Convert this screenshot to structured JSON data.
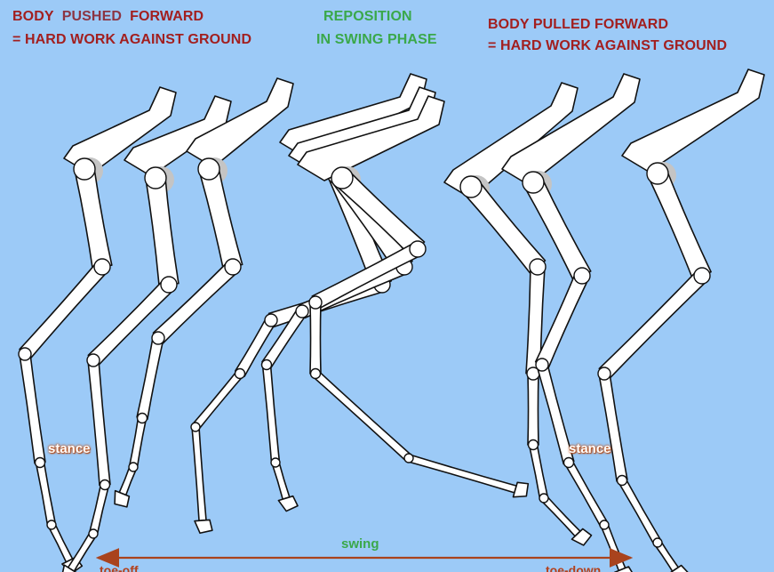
{
  "colors": {
    "background": "#9ccaf7",
    "header_red": "#a21f1f",
    "header_brown": "#8c3442",
    "header_green": "#3aa84a",
    "stance_orange": "#c2561f",
    "arrow_brown": "#a9431d",
    "swing_green": "#3aa84a",
    "bone_fill": "#ffffff",
    "bone_outline": "#111111",
    "joint_shadow": "#c4c4c4"
  },
  "header": {
    "left": {
      "line1_word1": "BODY",
      "line1_word2": "PUSHED",
      "line1_word3": "FORWARD",
      "line2": "= HARD WORK AGAINST GROUND"
    },
    "middle": {
      "line1": "REPOSITION",
      "line2": "IN SWING PHASE"
    },
    "right": {
      "line1": "BODY PULLED FORWARD",
      "line2": "= HARD WORK AGAINST GROUND"
    }
  },
  "labels": {
    "stance_left": "stance",
    "stance_right": "stance",
    "swing": "swing",
    "toe_off": "toe-off",
    "toe_down": "toe-down"
  },
  "figure": {
    "subject": "horse hind limb skeleton sequence",
    "poses": [
      {
        "phase": "stance"
      },
      {
        "phase": "stance"
      },
      {
        "phase": "stance"
      },
      {
        "phase": "swing"
      },
      {
        "phase": "swing"
      },
      {
        "phase": "swing"
      },
      {
        "phase": "stance"
      },
      {
        "phase": "stance"
      },
      {
        "phase": "stance"
      }
    ]
  }
}
